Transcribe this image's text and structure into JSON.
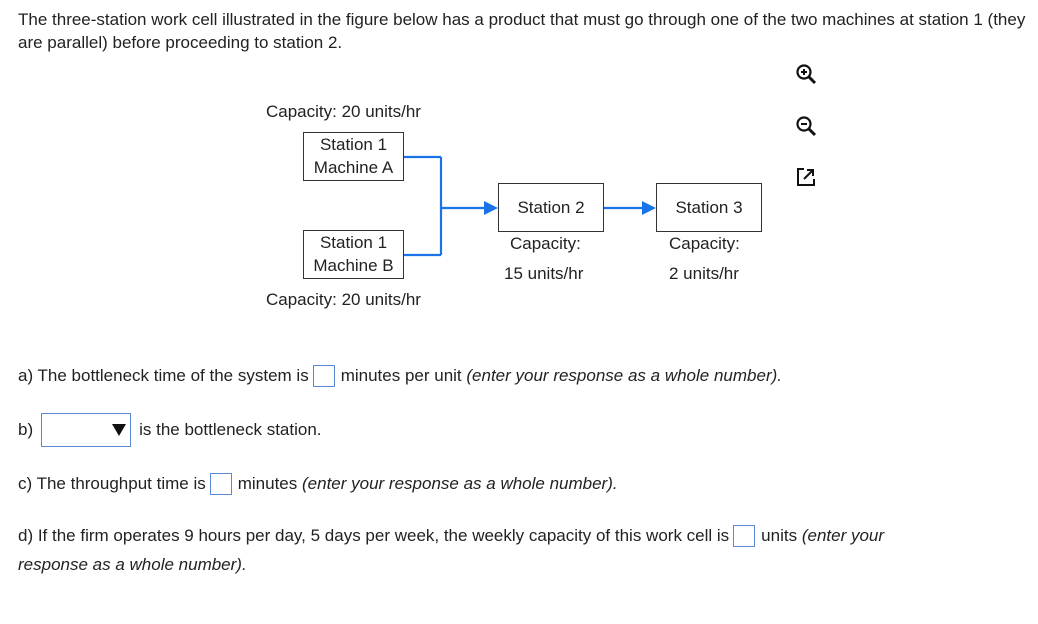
{
  "intro": "The three-station work cell illustrated in the figure below has a product that must go through one of the two machines at station 1 (they are parallel) before proceeding to station 2.",
  "tools": [
    "zoom-in-icon",
    "zoom-out-icon",
    "expand-icon"
  ],
  "figure": {
    "cap_a": "Capacity: 20 units/hr",
    "machine_a": {
      "line1": "Station 1",
      "line2": "Machine A"
    },
    "machine_b": {
      "line1": "Station 1",
      "line2": "Machine B"
    },
    "cap_b": "Capacity: 20 units/hr",
    "station2": {
      "label": "Station 2",
      "cap_label": "Capacity:",
      "cap_value": "15 units/hr"
    },
    "station3": {
      "label": "Station 3",
      "cap_label": "Capacity:",
      "cap_value": "2 units/hr"
    },
    "arrow_color": "#1a73e8"
  },
  "questions": {
    "a": {
      "pre": "a) The bottleneck time of the system is",
      "post": "minutes per unit",
      "hint": "(enter your response as a whole number)."
    },
    "b": {
      "pre": "b)",
      "post": "is the bottleneck station."
    },
    "c": {
      "pre": "c) The throughput time is",
      "post": "minutes",
      "hint": "(enter your response as a whole number)."
    },
    "d": {
      "pre": "d) If the firm operates 9 hours per day, 5 days per week, the weekly capacity of this work cell is",
      "post": "units",
      "hint1": "(enter your",
      "hint2": "response as a whole number)."
    }
  }
}
